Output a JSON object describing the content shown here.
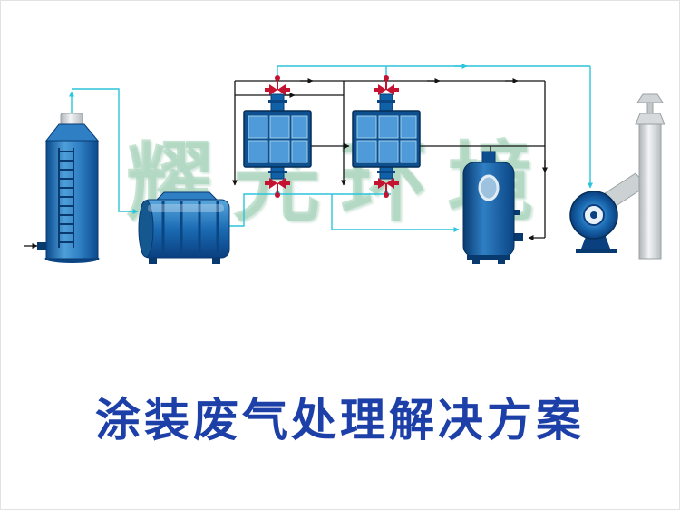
{
  "diagram": {
    "watermark": "耀光环境",
    "equipment": [
      {
        "name": "spray-tower"
      },
      {
        "name": "horizontal-treatment-unit"
      },
      {
        "name": "activated-carbon-box-1"
      },
      {
        "name": "activated-carbon-box-2"
      },
      {
        "name": "vertical-tank"
      },
      {
        "name": "centrifugal-fan"
      },
      {
        "name": "exhaust-chimney"
      }
    ],
    "colors": {
      "equipment_blue": "#0d4f8f",
      "equipment_blue_dark": "#083a70",
      "panel_blue": "#4f9bd9",
      "pipe_cyan": "#2bc4dc",
      "pipe_black": "#141414",
      "valve_red": "#c41230",
      "chimney_gray": "#c9cdcf",
      "watermark_green": "#9acdb0",
      "title_blue": "#1d3fa8"
    }
  },
  "title": {
    "text": "涂装废气处理解决方案"
  }
}
